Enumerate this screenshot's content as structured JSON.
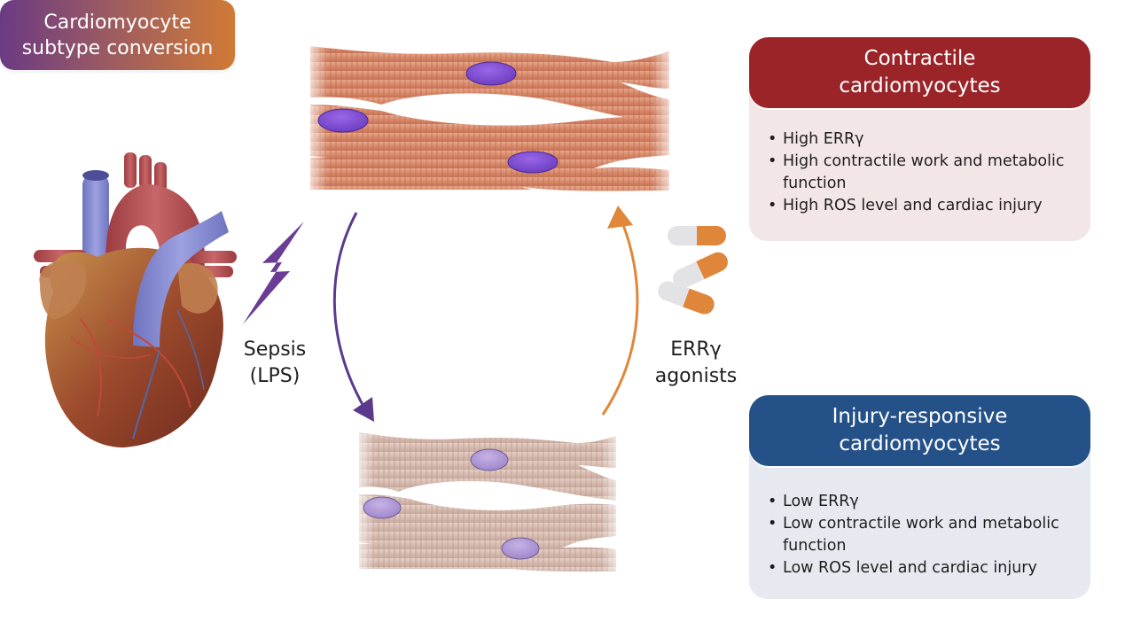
{
  "diagram": {
    "center_box": {
      "line1": "Cardiomyocyte",
      "line2": "subtype conversion"
    },
    "left_trigger": {
      "icon": "lightning-bolt-icon",
      "line1": "Sepsis",
      "line2": "(LPS)",
      "arrow_direction": "down",
      "arrow_color": "#5b3a8e"
    },
    "right_trigger": {
      "icon": "capsule-pills-icon",
      "line1": "ERRγ",
      "line2": "agonists",
      "arrow_direction": "up",
      "arrow_color": "#e0873a"
    },
    "illustrations": {
      "heart": "heart-anatomy-illustration",
      "top_cells": "contractile-cardiomyocytes-illustration",
      "bottom_cells": "injury-responsive-cardiomyocytes-illustration"
    },
    "cards": [
      {
        "title_line1": "Contractile",
        "title_line2": "cardiomyocytes",
        "header_color": "#9b2428",
        "body_color": "#f3e6e7",
        "items": [
          "High ERRγ",
          "High contractile work and metabolic function",
          "High ROS level and cardiac injury"
        ]
      },
      {
        "title_line1": "Injury-responsive",
        "title_line2": "cardiomyocytes",
        "header_color": "#255189",
        "body_color": "#e6eaf0",
        "items": [
          "Low ERRγ",
          "Low contractile work and metabolic function",
          "Low ROS level and cardiac injury"
        ]
      }
    ]
  }
}
